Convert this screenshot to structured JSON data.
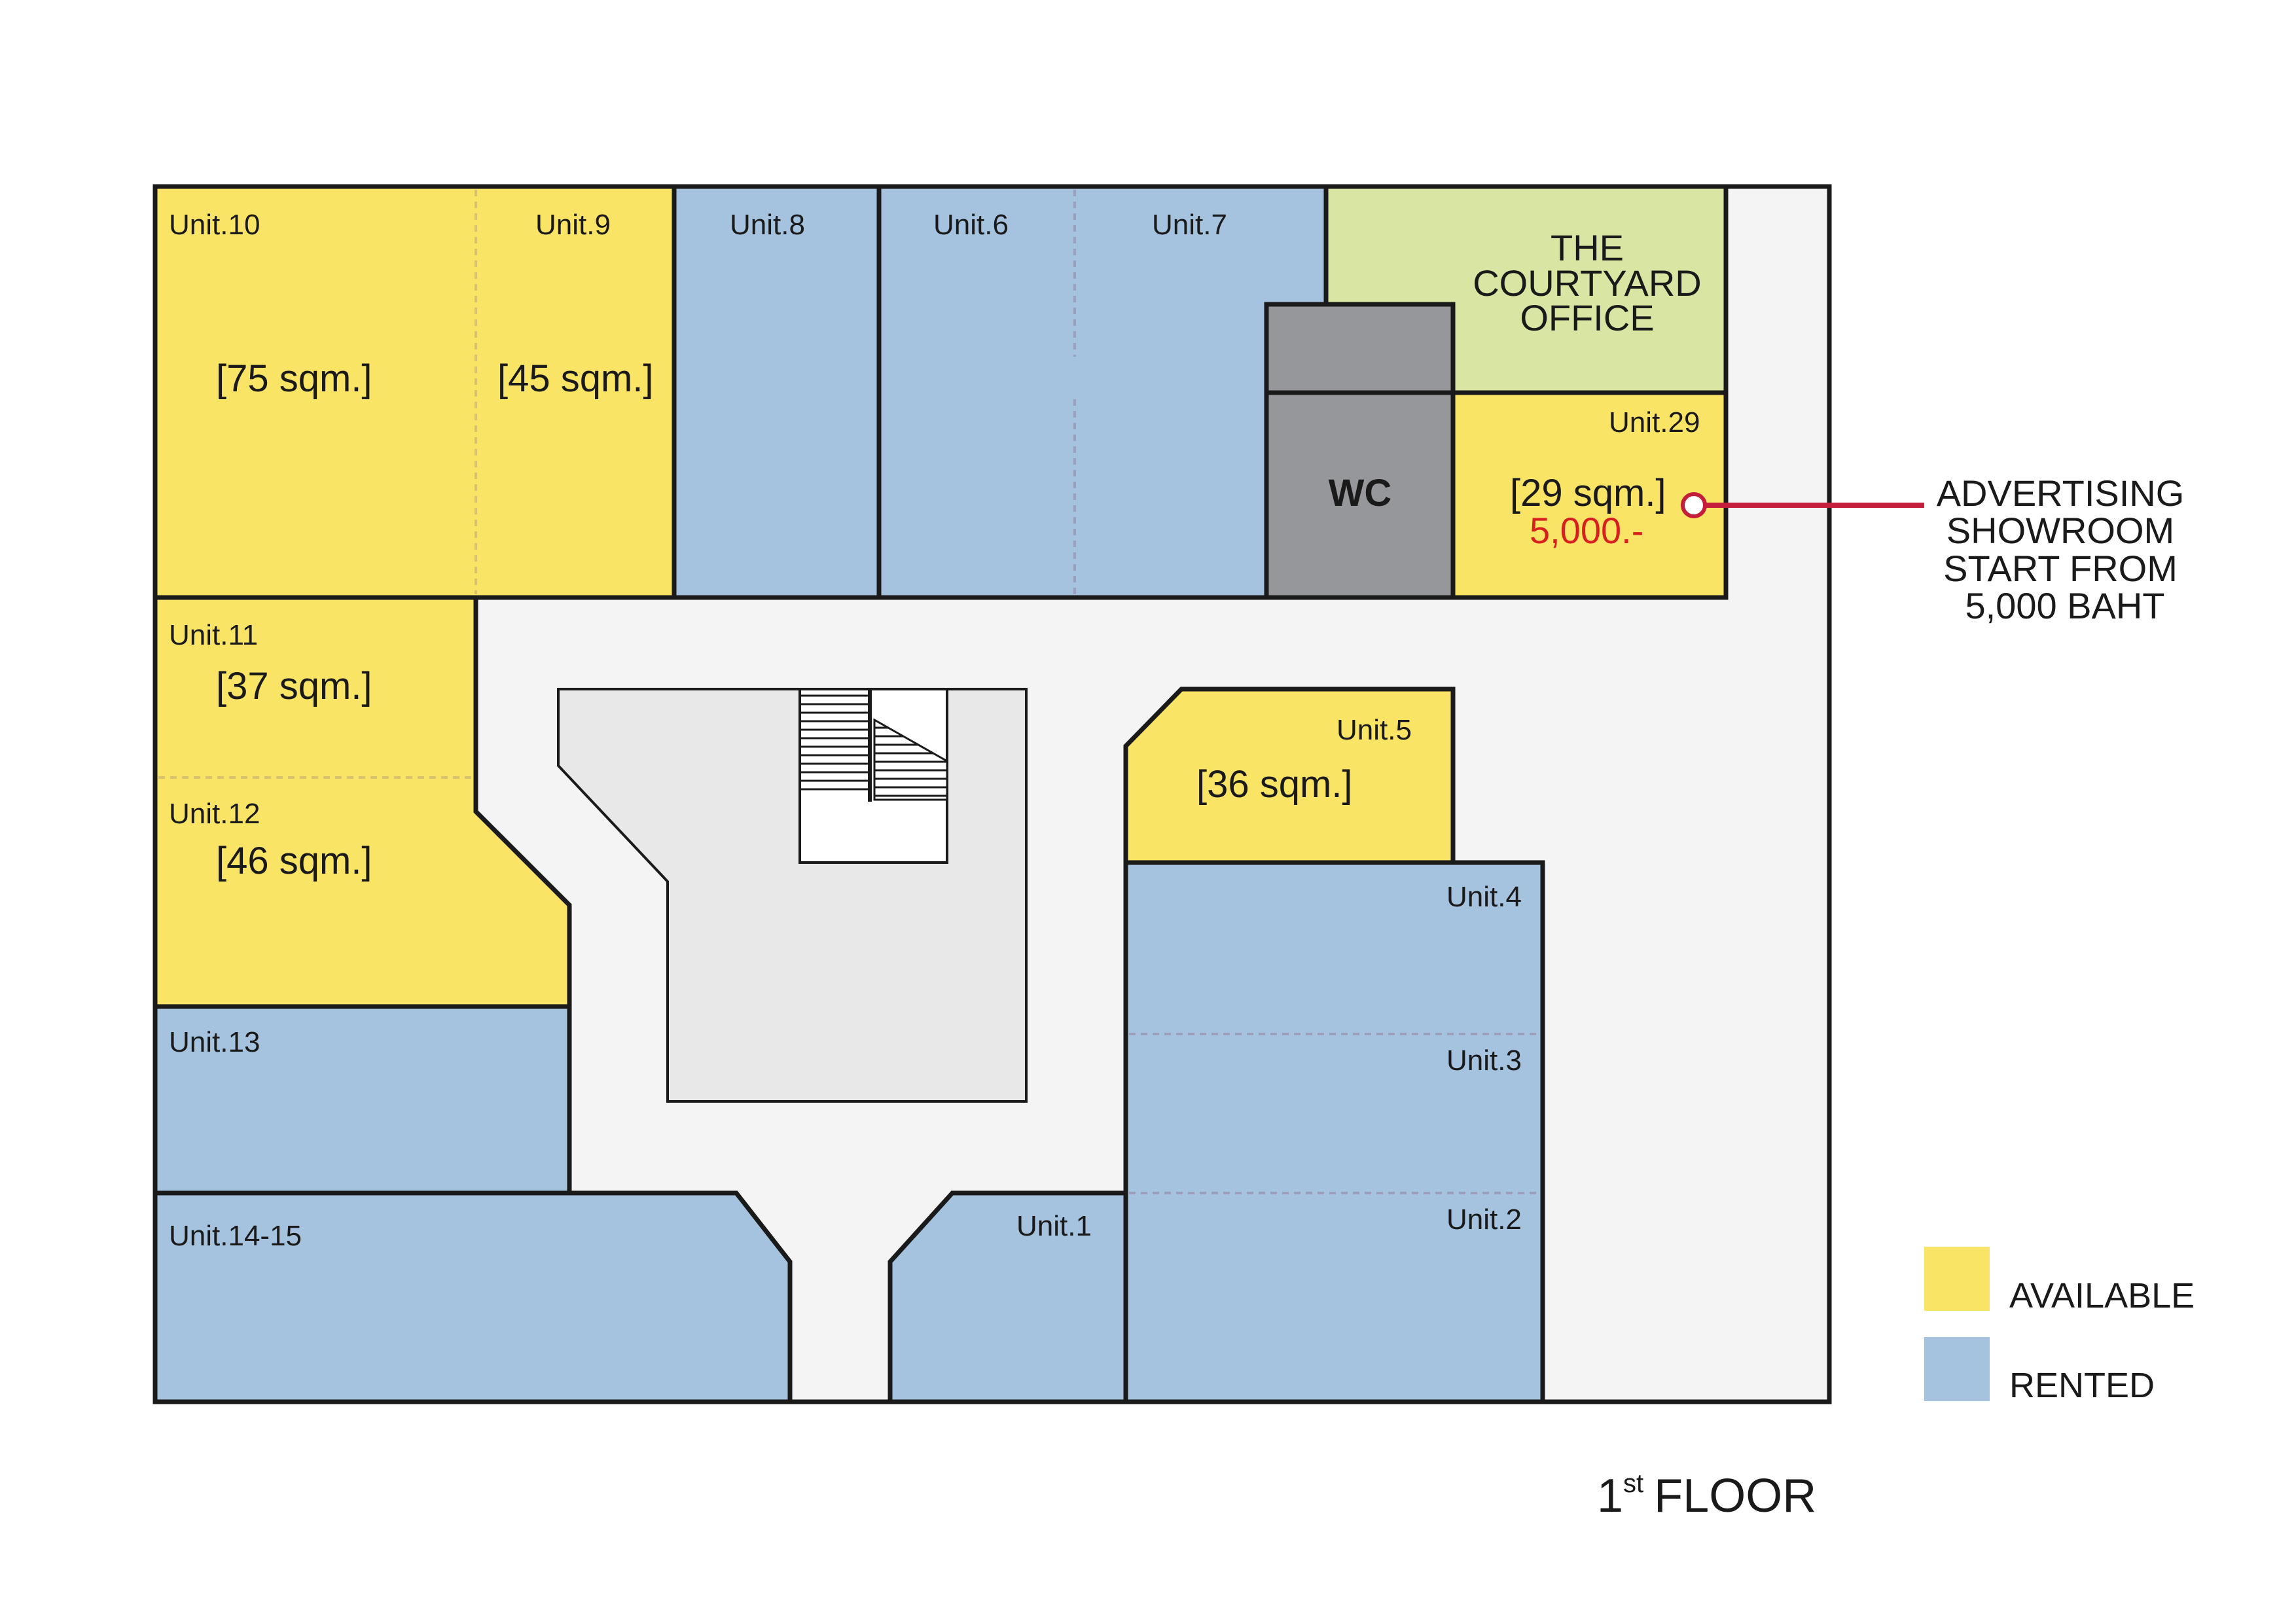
{
  "colors": {
    "available": "#fae465",
    "rented": "#a5c2de",
    "office": "#d9e6a3",
    "wc": "#96979b",
    "corridor": "#f4f4f4",
    "atrium": "#e8e8e8",
    "callout": "#c41e3a",
    "price": "#d62020"
  },
  "units": [
    {
      "id": "u10",
      "label": "Unit.10",
      "area": "[75 sqm.]",
      "status": "available"
    },
    {
      "id": "u9",
      "label": "Unit.9",
      "area": "[45 sqm.]",
      "status": "available"
    },
    {
      "id": "u8",
      "label": "Unit.8",
      "status": "rented"
    },
    {
      "id": "u6",
      "label": "Unit.6",
      "status": "rented"
    },
    {
      "id": "u7",
      "label": "Unit.7",
      "status": "rented"
    },
    {
      "id": "u11",
      "label": "Unit.11",
      "area": "[37 sqm.]",
      "status": "available"
    },
    {
      "id": "u12",
      "label": "Unit.12",
      "area": "[46 sqm.]",
      "status": "available"
    },
    {
      "id": "u13",
      "label": "Unit.13",
      "status": "rented"
    },
    {
      "id": "u1415",
      "label": "Unit.14-15",
      "status": "rented"
    },
    {
      "id": "u1",
      "label": "Unit.1",
      "status": "rented"
    },
    {
      "id": "u5",
      "label": "Unit.5",
      "area": "[36 sqm.]",
      "status": "available"
    },
    {
      "id": "u4",
      "label": "Unit.4",
      "status": "rented"
    },
    {
      "id": "u3",
      "label": "Unit.3",
      "status": "rented"
    },
    {
      "id": "u2",
      "label": "Unit.2",
      "status": "rented"
    },
    {
      "id": "u29",
      "label": "Unit.29",
      "area": "[29 sqm.]",
      "price": "5,000.-",
      "status": "available"
    }
  ],
  "office": {
    "lines": [
      "THE",
      "COURTYARD",
      "OFFICE"
    ]
  },
  "wc": {
    "label": "WC"
  },
  "callout": {
    "lines": [
      "ADVERTISING",
      "SHOWROOM",
      "START FROM",
      "5,000 BAHT"
    ]
  },
  "legend": [
    {
      "label": "AVAILABLE",
      "status": "available"
    },
    {
      "label": "RENTED",
      "status": "rented"
    }
  ],
  "floor": {
    "number": "1",
    "suffix": "st",
    "word": "FLOOR"
  }
}
